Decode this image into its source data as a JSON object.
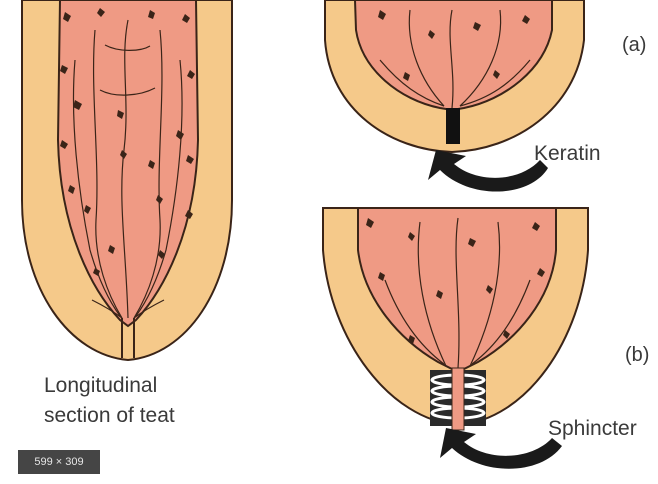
{
  "labels": {
    "caption_line1": "Longitudinal",
    "caption_line2": "section of teat",
    "panel_a": "(a)",
    "panel_b": "(b)",
    "keratin": "Keratin",
    "sphincter": "Sphincter",
    "image_dims": "599 × 309"
  },
  "colors": {
    "wall": "#f5c98a",
    "tissue": "#ef9a84",
    "outline": "#3a2418",
    "keratin_plug": "#111111",
    "arrow": "#1a1a1a",
    "sphincter_ring": "#ffffff"
  }
}
